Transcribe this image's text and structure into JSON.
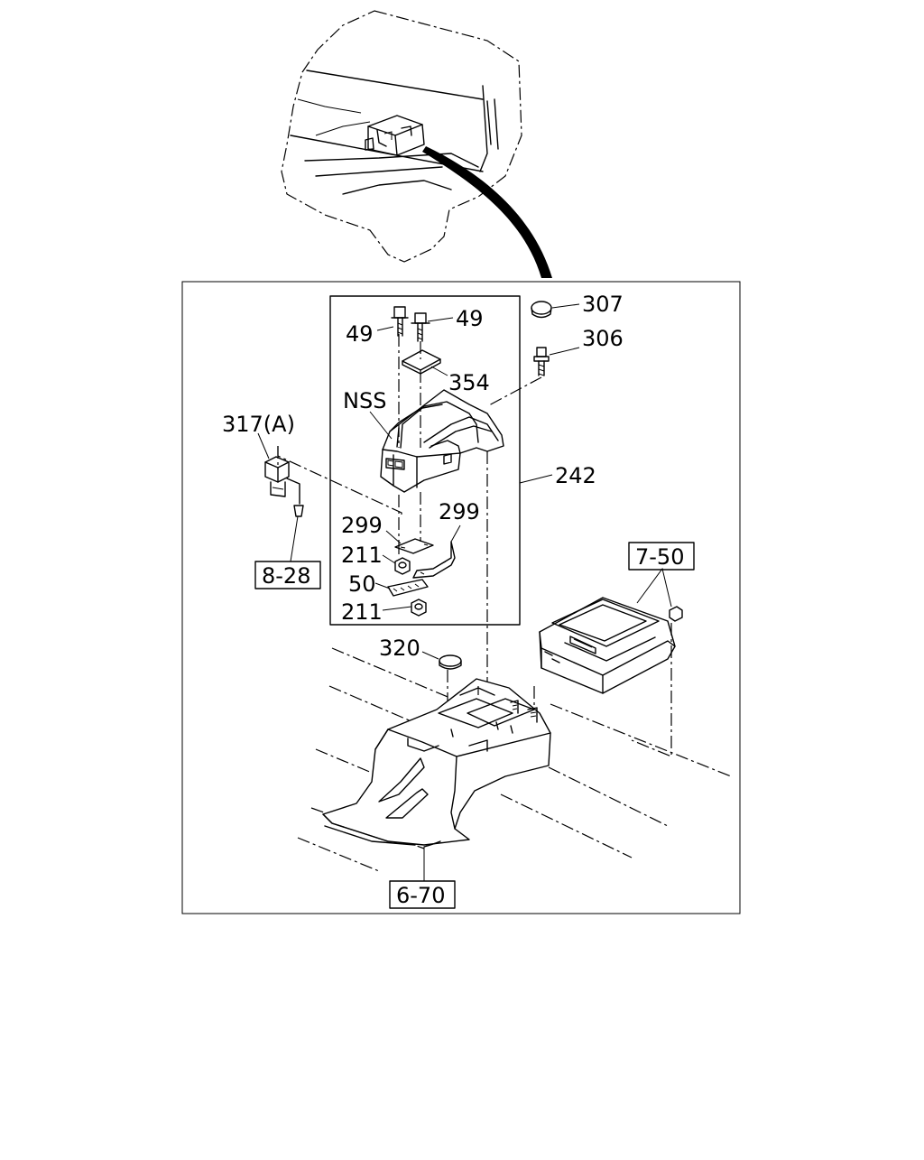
{
  "callouts": {
    "c49_left": "49",
    "c49_right": "49",
    "c307": "307",
    "c306": "306",
    "c354": "354",
    "cNSS": "NSS",
    "c317A": "317(A)",
    "c242": "242",
    "c299_left": "299",
    "c299_right": "299",
    "c211_top": "211",
    "c50": "50",
    "c211_bottom": "211",
    "c320": "320"
  },
  "references": {
    "ref_8_28": "8-28",
    "ref_7_50": "7-50",
    "ref_6_70": "6-70"
  }
}
